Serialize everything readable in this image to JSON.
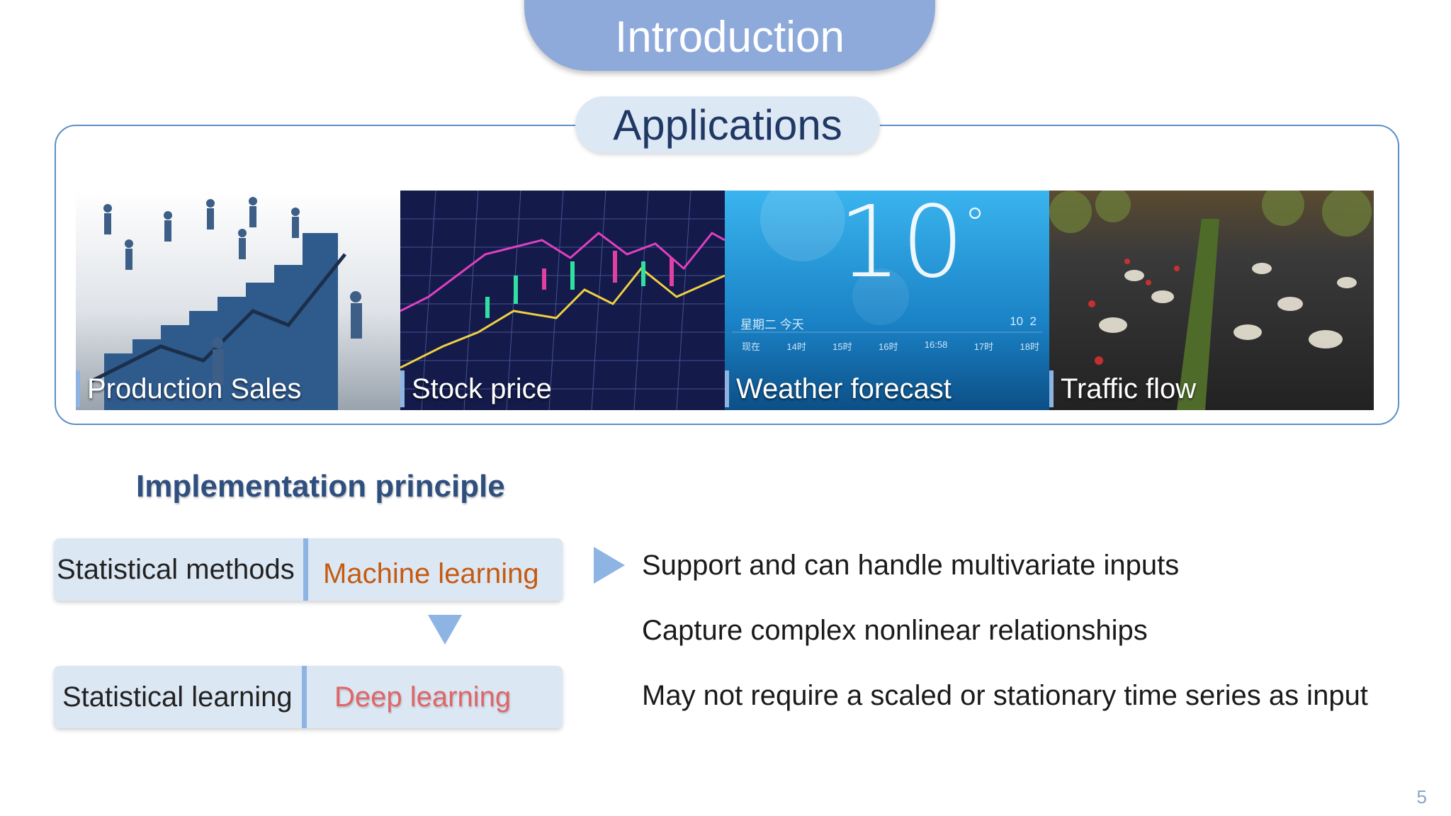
{
  "header": {
    "title": "Introduction"
  },
  "applications": {
    "label": "Applications",
    "cards": [
      {
        "label": "Production Sales"
      },
      {
        "label": "Stock price"
      },
      {
        "label": "Weather forecast",
        "temperature": "10",
        "degree": "°",
        "day_text": "星期二 今天",
        "range_text": "10  2",
        "hours": [
          "现在",
          "14时",
          "15时",
          "16时",
          "16:58",
          "17时",
          "18时"
        ]
      },
      {
        "label": "Traffic flow"
      }
    ]
  },
  "implementation": {
    "title": "Implementation principle",
    "row1": {
      "left": "Statistical methods",
      "right": "Machine learning",
      "right_color": "#c55a11"
    },
    "row2": {
      "left": "Statistical learning",
      "right": "Deep learning",
      "right_color": "#e06666"
    }
  },
  "benefits": [
    "Support and can handle  multivariate inputs",
    "Capture complex nonlinear relationships",
    "May not require a scaled or stationary time series as input"
  ],
  "page_number": "5",
  "colors": {
    "accent": "#8eaadb",
    "frame": "#5b8fc9",
    "heading": "#1f3864"
  }
}
